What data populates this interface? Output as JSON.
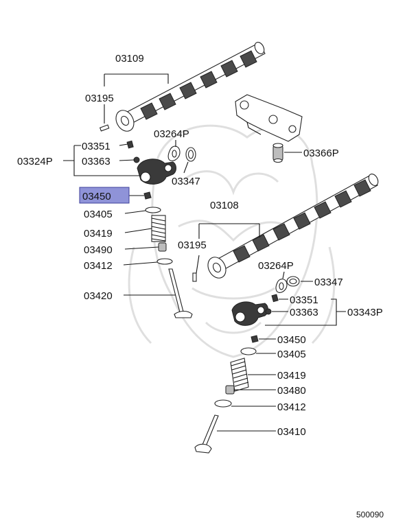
{
  "highlight": {
    "part": "03450",
    "fill": "#8f93d8",
    "border": "#3c3f9a"
  },
  "diagram_code": "500090",
  "upper_assembly": {
    "camshaft": "03109",
    "pin": "03195",
    "assembly": "03324P",
    "bolt": "03351",
    "nut": "03363",
    "seal_pack": "03264P",
    "o_ring": "03347",
    "bracket_plug": "03366P",
    "retainer_lock": "03450",
    "spring_retainer": "03405",
    "valve_spring": "03419",
    "seal": "03490",
    "spring_seat": "03412",
    "valve": "03420"
  },
  "lower_assembly": {
    "camshaft": "03108",
    "pin": "03195",
    "seal_pack": "03264P",
    "o_ring": "03347",
    "bolt": "03351",
    "nut": "03363",
    "assembly": "03343P",
    "retainer_lock": "03450",
    "spring_retainer": "03405",
    "valve_spring": "03419",
    "seal": "03480",
    "spring_seat": "03412",
    "valve": "03410"
  }
}
